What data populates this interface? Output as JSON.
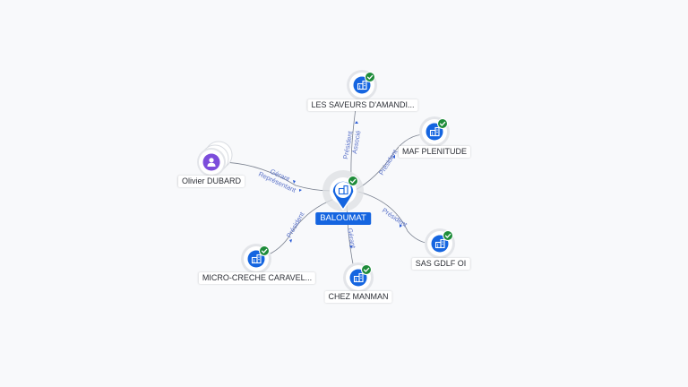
{
  "center": {
    "label": "BALOUMAT",
    "icon": "building-icon",
    "verified": true
  },
  "companies": [
    {
      "id": "les-saveurs",
      "label": "LES SAVEURS D'AMANDI...",
      "icon": "building-icon",
      "verified": true
    },
    {
      "id": "maf-plenitude",
      "label": "MAF PLENITUDE",
      "icon": "building-icon",
      "verified": true
    },
    {
      "id": "sas-gdlf",
      "label": "SAS GDLF OI",
      "icon": "building-icon",
      "verified": true
    },
    {
      "id": "chez-manman",
      "label": "CHEZ MANMAN",
      "icon": "building-icon",
      "verified": true
    },
    {
      "id": "micro-creche",
      "label": "MICRO-CRECHE CARAVEL...",
      "icon": "building-icon",
      "verified": true
    }
  ],
  "people": [
    {
      "id": "olivier-dubard",
      "label": "Olivier DUBARD",
      "icon": "person-icon"
    }
  ],
  "relations": {
    "les-saveurs": [
      "Président",
      "Associé"
    ],
    "maf-plenitude": [
      "Président"
    ],
    "sas-gdlf": [
      "Président"
    ],
    "chez-manman": [
      "Gérant"
    ],
    "micro-creche": [
      "Président"
    ],
    "olivier-dubard": [
      "Gérant",
      "Représentant"
    ]
  },
  "colors": {
    "primary": "#1565e0",
    "person": "#7c4ddb",
    "verified": "#1e8c3a",
    "edge": "#7b8290",
    "edge_label": "#5a72c9"
  }
}
